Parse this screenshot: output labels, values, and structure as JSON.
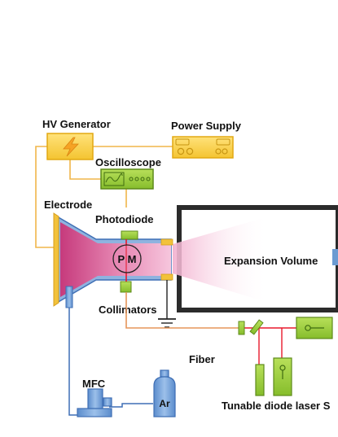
{
  "labels": {
    "hv_generator": "HV Generator",
    "power_supply": "Power Supply",
    "oscilloscope": "Oscilloscope",
    "electrode": "Electrode",
    "photodiode": "Photodiode",
    "pm": "P M",
    "expansion_volume": "Expansion Volume",
    "collimators": "Collimators",
    "fiber": "Fiber",
    "mfc": "MFC",
    "ar": "Ar",
    "tunable_laser": "Tunable diode laser S"
  },
  "icons": {
    "hv_generator": "lightning-bolt-icon",
    "ground": "ground-symbol-icon"
  },
  "colors": {
    "generator_fill": "#fbd64a",
    "generator_stroke": "#e2a812",
    "wire_orange": "#f0b64a",
    "laser_red": "#e8192c",
    "fiber_orange": "#e5955a",
    "green_fill": "#9acd3a",
    "green_stroke": "#5d8a1a",
    "gas_blue": "#6c9bd2",
    "gas_line": "#3f6fb5",
    "chamber_stroke": "#2b2b2b",
    "plasma_pink": "#d4508a",
    "gold_window": "#f2c23b"
  }
}
